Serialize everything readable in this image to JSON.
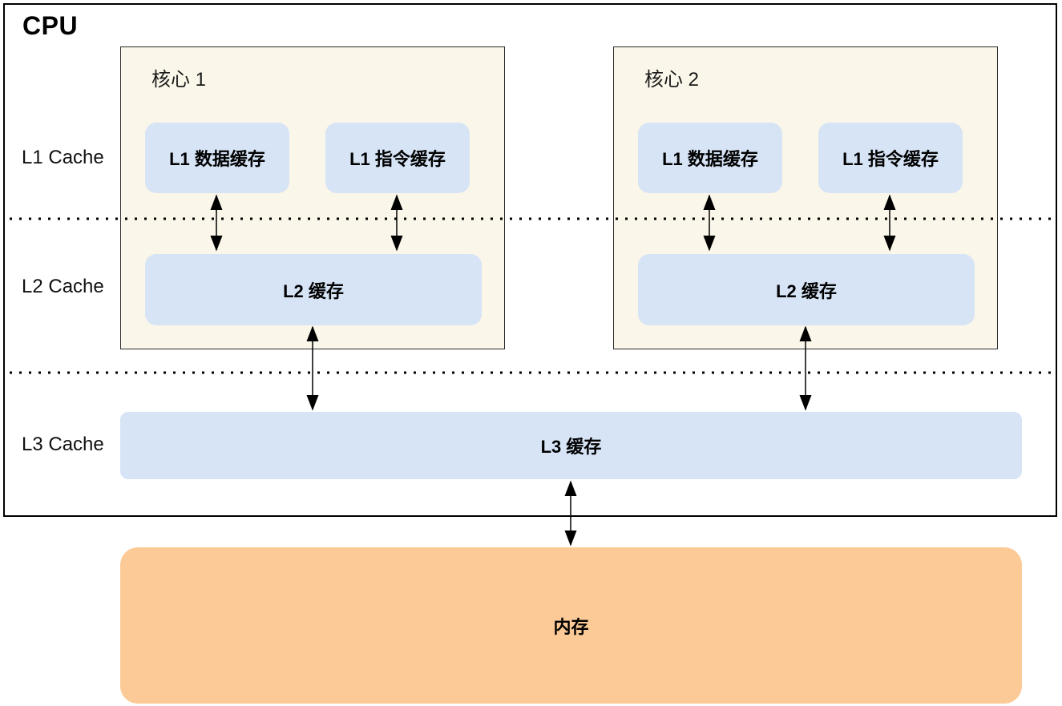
{
  "title": "CPU",
  "row_labels": {
    "l1": "L1 Cache",
    "l2": "L2 Cache",
    "l3": "L3 Cache"
  },
  "cores": [
    {
      "label": "核心 1",
      "l1_data_label": "L1 数据缓存",
      "l1_instr_label": "L1 指令缓存",
      "l2_label": "L2 缓存"
    },
    {
      "label": "核心 2",
      "l1_data_label": "L1 数据缓存",
      "l1_instr_label": "L1 指令缓存",
      "l2_label": "L2 缓存"
    }
  ],
  "l3_label": "L3 缓存",
  "memory_label": "内存",
  "colors": {
    "core_bg": "#faf6e9",
    "cache_bg": "#d6e4f6",
    "memory_bg": "#fcca96",
    "core_border": "#2b2b2b",
    "outer_border": "#000000",
    "line_color": "#000000"
  }
}
